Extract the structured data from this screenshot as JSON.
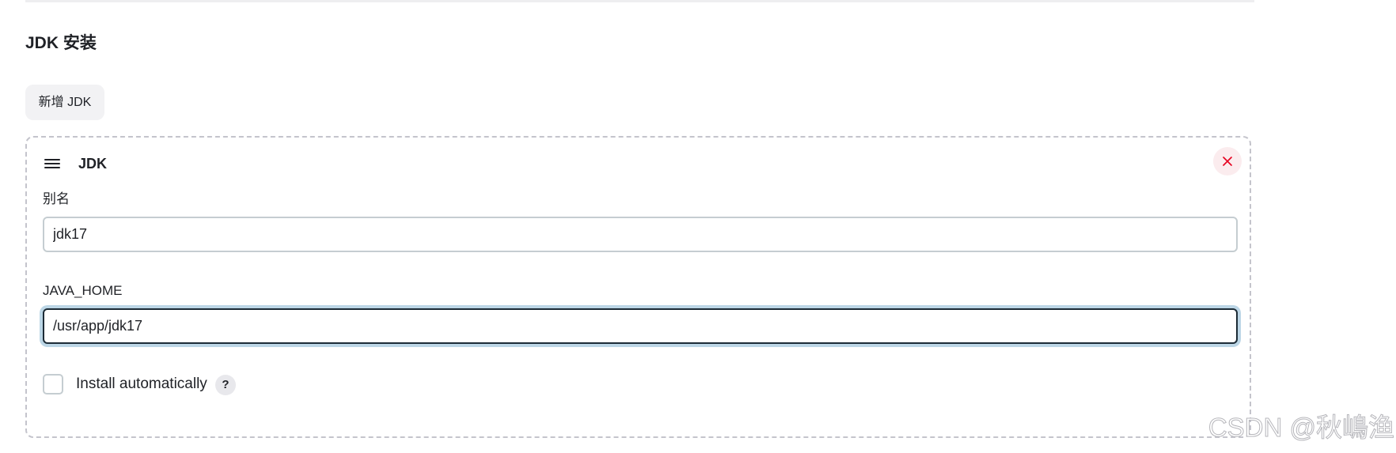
{
  "section": {
    "title": "JDK 安装",
    "add_button_label": "新增 JDK"
  },
  "card": {
    "title": "JDK",
    "handle_icon": "hamburger-icon",
    "delete_icon": "close-icon",
    "fields": {
      "alias": {
        "label": "别名",
        "value": "jdk17"
      },
      "java_home": {
        "label": "JAVA_HOME",
        "value": "/usr/app/jdk17"
      }
    },
    "install": {
      "label": "Install automatically",
      "checked": false,
      "help_label": "?"
    }
  },
  "watermark": "CSDN @秋嶋渔",
  "colors": {
    "focus_ring": "#bcd6e6",
    "delete_red": "#e6001f",
    "delete_bg": "#fbecee",
    "button_bg": "#f2f2f4"
  }
}
